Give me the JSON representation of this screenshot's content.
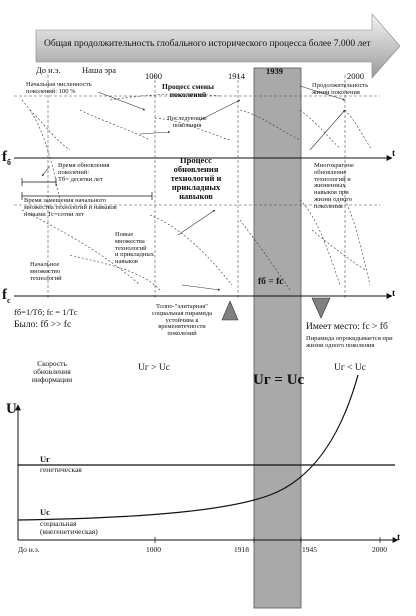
{
  "banner": "Общая продолжительность глобального исторического процесса более 7.000 лет",
  "eras": {
    "bc": "До н.э.",
    "ad": "Наша эра"
  },
  "years_top": [
    "1000",
    "1914",
    "1939",
    "2000"
  ],
  "axis_labels": {
    "f_b": "f",
    "f_b_sub": "б",
    "f_c": "f",
    "f_c_sub": "с",
    "t": "t",
    "U": "U"
  },
  "top_labels": {
    "initial_population": "Начальная численность\nпоколений: 100 %",
    "generation_change": "Процесс смены\nпоколений",
    "life_span": "Продолжительность\nжизни поколения",
    "following": "Последующие\nпоколения",
    "renewal_time": "Время обновления\nпоколений:\nТб= десятки лет",
    "replacement_time": "Время замещения начального\nмножества технологий и навыков\nновыми Тс=сотни лет",
    "tech_process": "Процесс\nобновления\nтехнологий и\nприкладных\nнавыков",
    "multiple_renewal": "Многократное\nобновление\nтехнологий и\nжизненных\nнавыков при\nжизни одного\nпоколения",
    "new_sets": "Новые\nмножества\nтехнологий\nи прикладных\nнавыков",
    "initial_set": "Начальное\nмножество\nтехнологий",
    "f_equal": "fб = fс",
    "formula": "fб=1/Тб; fс = 1/Тс",
    "was": "Было: fб >> fс",
    "elite": "Толпо-\"элитарная\"\nсоциальная пирамида\nустойчива к\nвременятечности\nпоколений",
    "now_is": "Имеет место: fс > fб",
    "pyramid_turn": "Пирамида опрокидывается при\nжизни одного поколения"
  },
  "bottom_labels": {
    "speed": "Скорость\nобновления\nинформации",
    "ug_gt_uc": "Uг > Uс",
    "ug_eq_uc": "Uг = Uс",
    "ug_lt_uc": "Uг < Uс",
    "ug": "Uг",
    "genetic": "генетическая",
    "uc": "Uc",
    "social": "социальная\n(внегенетическая)"
  },
  "years_bottom": [
    "До н.э.",
    "1000",
    "1918",
    "1945",
    "2000"
  ],
  "colors": {
    "band": "#a9a9a9",
    "banner_top": "#f4f4f4",
    "banner_bot": "#9d9d9d",
    "triangle": "#808080"
  }
}
